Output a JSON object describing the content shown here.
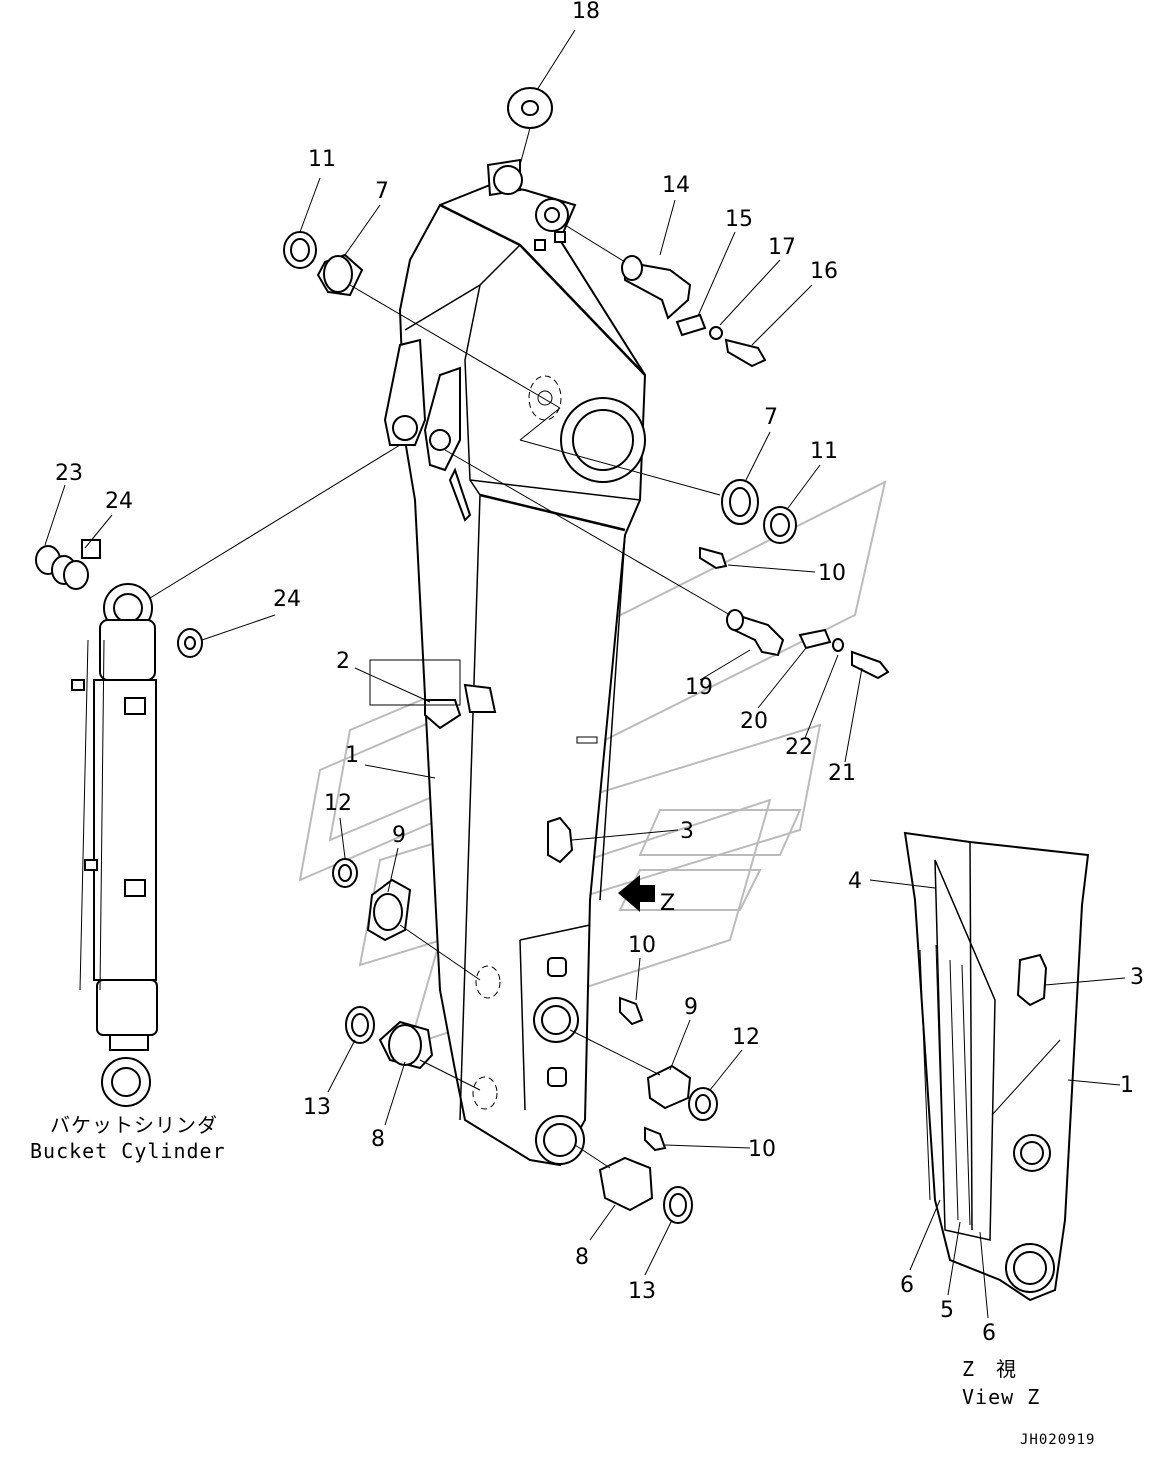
{
  "figure": {
    "drawing_code": "JH020919",
    "bucket_cylinder_caption_jp": "バケットシリンダ",
    "bucket_cylinder_caption_en": "Bucket Cylinder",
    "view_caption_jp": "Z　視",
    "view_caption_en": "View Z",
    "view_arrow_letter": "Z"
  },
  "callouts": [
    {
      "id": "c18",
      "label": "18"
    },
    {
      "id": "c11a",
      "label": "11"
    },
    {
      "id": "c7a",
      "label": "7"
    },
    {
      "id": "c14",
      "label": "14"
    },
    {
      "id": "c15",
      "label": "15"
    },
    {
      "id": "c17",
      "label": "17"
    },
    {
      "id": "c16",
      "label": "16"
    },
    {
      "id": "c7b",
      "label": "7"
    },
    {
      "id": "c11b",
      "label": "11"
    },
    {
      "id": "c23",
      "label": "23"
    },
    {
      "id": "c24a",
      "label": "24"
    },
    {
      "id": "c24b",
      "label": "24"
    },
    {
      "id": "c10a",
      "label": "10"
    },
    {
      "id": "c2",
      "label": "2"
    },
    {
      "id": "c19",
      "label": "19"
    },
    {
      "id": "c20",
      "label": "20"
    },
    {
      "id": "c22",
      "label": "22"
    },
    {
      "id": "c21",
      "label": "21"
    },
    {
      "id": "c1a",
      "label": "1"
    },
    {
      "id": "c12a",
      "label": "12"
    },
    {
      "id": "c9a",
      "label": "9"
    },
    {
      "id": "c3a",
      "label": "3"
    },
    {
      "id": "c4",
      "label": "4"
    },
    {
      "id": "c3b",
      "label": "3"
    },
    {
      "id": "c10b",
      "label": "10"
    },
    {
      "id": "c9b",
      "label": "9"
    },
    {
      "id": "c12b",
      "label": "12"
    },
    {
      "id": "c1b",
      "label": "1"
    },
    {
      "id": "c13a",
      "label": "13"
    },
    {
      "id": "c8a",
      "label": "8"
    },
    {
      "id": "c10c",
      "label": "10"
    },
    {
      "id": "c8b",
      "label": "8"
    },
    {
      "id": "c13b",
      "label": "13"
    },
    {
      "id": "c6a",
      "label": "6"
    },
    {
      "id": "c5",
      "label": "5"
    },
    {
      "id": "c6b",
      "label": "6"
    }
  ]
}
